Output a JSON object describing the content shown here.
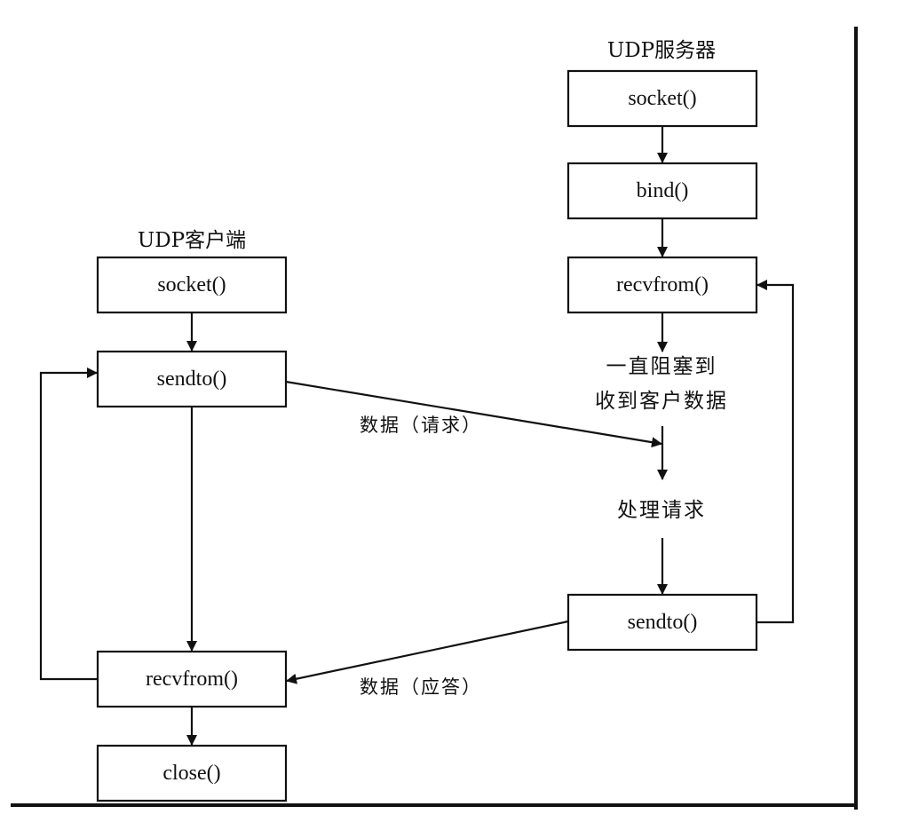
{
  "client": {
    "title": "UDP客户端",
    "socket": "socket()",
    "sendto": "sendto()",
    "recvfrom": "recvfrom()",
    "close": "close()"
  },
  "server": {
    "title": "UDP服务器",
    "socket": "socket()",
    "bind": "bind()",
    "recvfrom": "recvfrom()",
    "block_line1": "一直阻塞到",
    "block_line2": "收到客户数据",
    "process": "处理请求",
    "sendto": "sendto()"
  },
  "messages": {
    "request": "数据（请求）",
    "response": "数据（应答）"
  },
  "colors": {
    "stroke": "#111111",
    "background": "#ffffff"
  }
}
